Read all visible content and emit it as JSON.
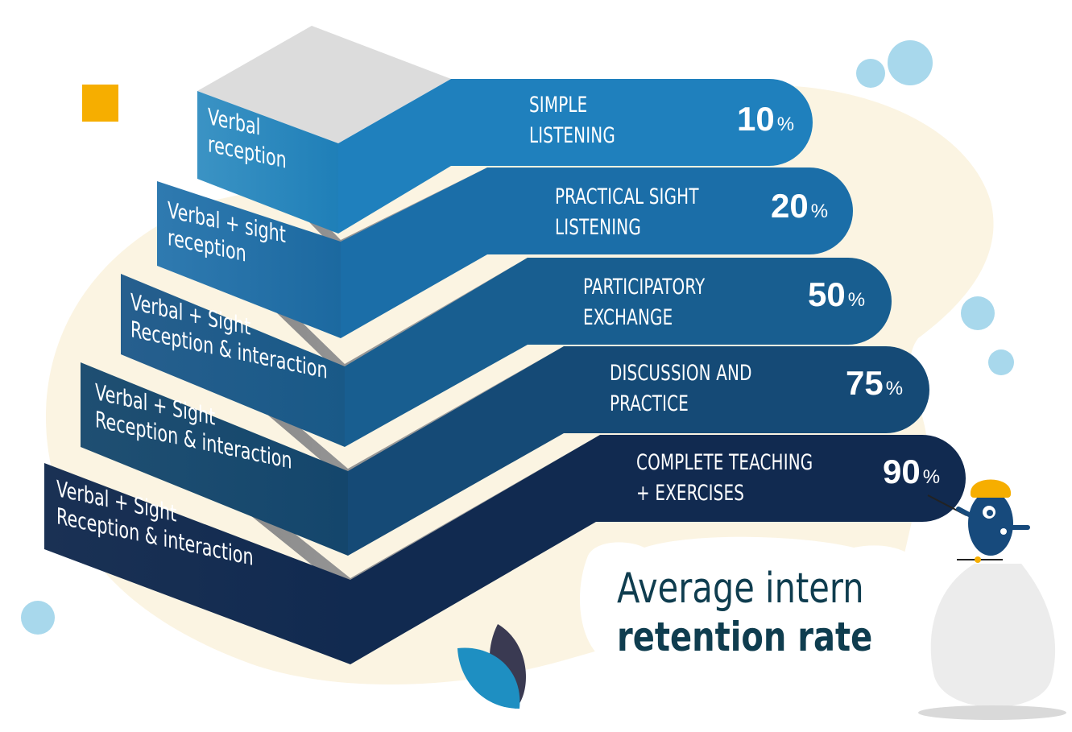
{
  "steps": [
    {
      "label_lines": [
        "Verbal",
        "reception"
      ],
      "band_lines": [
        "SIMPLE",
        "LISTENING"
      ],
      "percent": "10",
      "percent_sign": "%",
      "retention": 10
    },
    {
      "label_lines": [
        "Verbal + sight",
        "reception"
      ],
      "band_lines": [
        "PRACTICAL SIGHT",
        "LISTENING"
      ],
      "percent": "20",
      "percent_sign": "%",
      "retention": 20
    },
    {
      "label_lines": [
        "Verbal + Sight",
        "Reception & interaction"
      ],
      "band_lines": [
        "PARTICIPATORY",
        "EXCHANGE"
      ],
      "percent": "50",
      "percent_sign": "%",
      "retention": 50
    },
    {
      "label_lines": [
        "Verbal + Sight",
        "Reception & interaction"
      ],
      "band_lines": [
        "DISCUSSION AND",
        "PRACTICE"
      ],
      "percent": "75",
      "percent_sign": "%",
      "retention": 75
    },
    {
      "label_lines": [
        "Verbal + Sight",
        "Reception & interaction"
      ],
      "band_lines": [
        "COMPLETE TEACHING",
        "+ EXERCISES"
      ],
      "percent": "90",
      "percent_sign": "%",
      "retention": 90
    }
  ],
  "caption": {
    "line1": "Average intern",
    "line2": "retention rate"
  },
  "colors": {
    "step_fronts": [
      "#2d86bb",
      "#24709f",
      "#1d5e87",
      "#174a70",
      "#132f55"
    ],
    "bands": [
      "#1f80bd",
      "#1b6ea8",
      "#185e90",
      "#154a76",
      "#112a50"
    ],
    "top_face": "#dcdcdc",
    "step_gray": "#8c8c8c",
    "accent_yellow": "#f6ae00",
    "bubble": "#a8d8ec",
    "blob": "#fbf4e2",
    "caption_text": "#0f3d4f"
  },
  "icons": [
    "yellow-square-icon",
    "bubble-icon",
    "leaf-icon",
    "mascot-icon"
  ]
}
